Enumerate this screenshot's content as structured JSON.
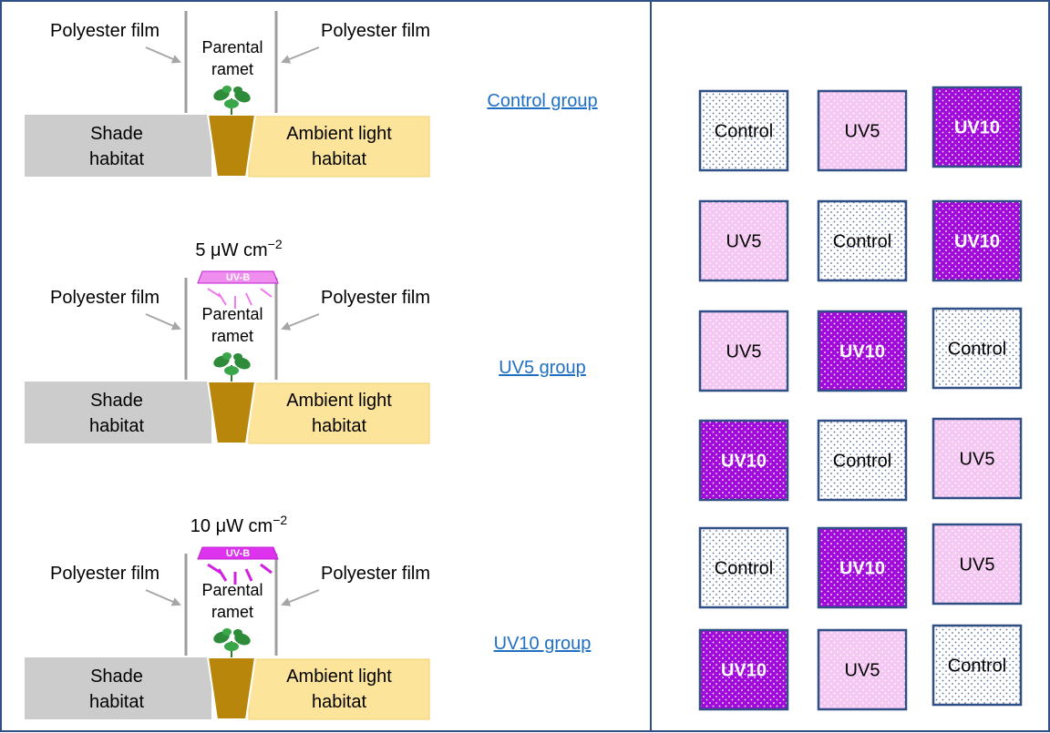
{
  "panels": [
    {
      "irradiance": "",
      "uvb_lamp": "",
      "film_left": "Polyester film",
      "film_right": "Polyester film",
      "ramet_line1": "Parental",
      "ramet_line2": "ramet",
      "shade_line1": "Shade",
      "shade_line2": "habitat",
      "ambient_line1": "Ambient light",
      "ambient_line2": "habitat",
      "group_label": "Control group"
    },
    {
      "irradiance": "5 μW cm",
      "irradiance_exp": "−2",
      "uvb_lamp": "UV-B",
      "film_left": "Polyester film",
      "film_right": "Polyester film",
      "ramet_line1": "Parental",
      "ramet_line2": "ramet",
      "shade_line1": "Shade",
      "shade_line2": "habitat",
      "ambient_line1": "Ambient light",
      "ambient_line2": "habitat",
      "group_label": "UV5 group"
    },
    {
      "irradiance": "10 μW cm",
      "irradiance_exp": "−2",
      "uvb_lamp": "UV-B",
      "film_left": "Polyester film",
      "film_right": "Polyester film",
      "ramet_line1": "Parental",
      "ramet_line2": "ramet",
      "shade_line1": "Shade",
      "shade_line2": "habitat",
      "ambient_line1": "Ambient light",
      "ambient_line2": "habitat",
      "group_label": "UV10 group"
    }
  ],
  "plot_grid": [
    [
      "Control",
      "UV5",
      "UV10"
    ],
    [
      "UV5",
      "Control",
      "UV10"
    ],
    [
      "UV5",
      "UV10",
      "Control"
    ],
    [
      "UV10",
      "Control",
      "UV5"
    ],
    [
      "Control",
      "UV10",
      "UV5"
    ],
    [
      "UV10",
      "UV5",
      "Control"
    ]
  ],
  "colors": {
    "frame": "#2f4f86",
    "shade": "#cccccc",
    "ambient": "#fde49b",
    "pot": "#b8860b",
    "uv5_fill": "#f5c8f3",
    "uv10_fill": "#a10bd9",
    "control_fill": "#ffffff",
    "plot_border": "#2f4f86",
    "lamp": "#ee44ee",
    "group_link": "#1f6fc2"
  }
}
